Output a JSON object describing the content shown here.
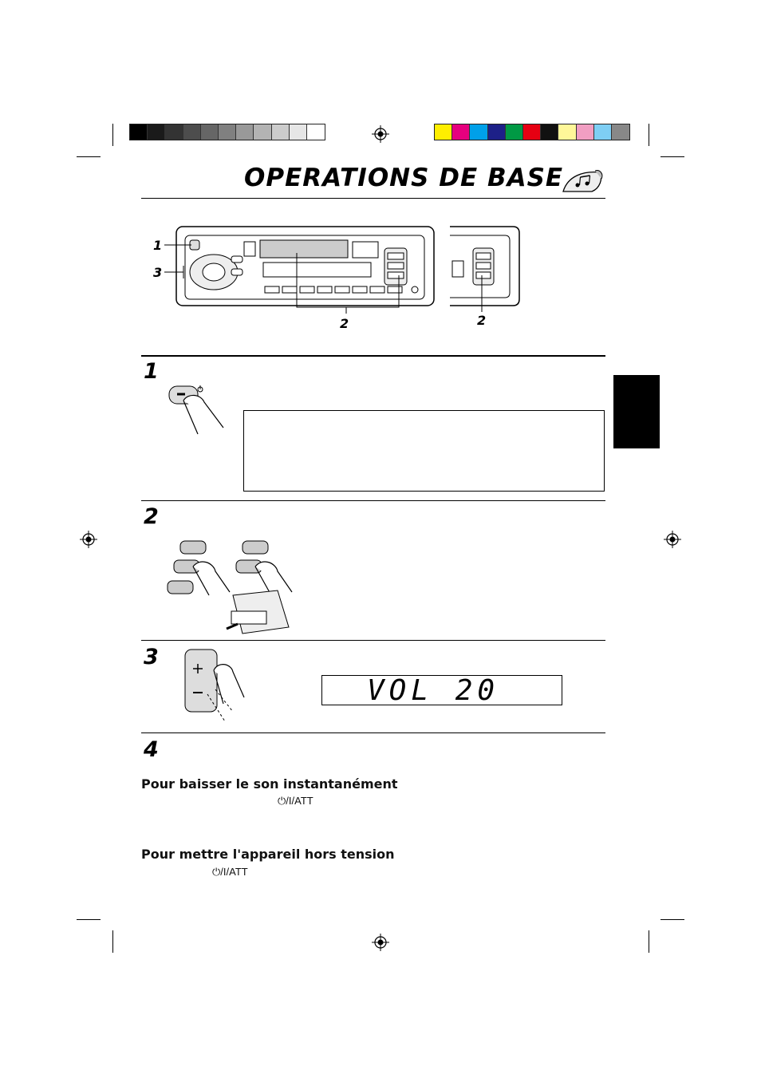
{
  "page": {
    "title": "OPERATIONS DE BASE",
    "title_icon": "music-notes-icon"
  },
  "registration": {
    "grey_swatches": [
      "#000000",
      "#1a1a1a",
      "#333333",
      "#4d4d4d",
      "#666666",
      "#808080",
      "#999999",
      "#b3b3b3",
      "#cccccc",
      "#e6e6e6",
      "#ffffff"
    ],
    "color_swatches": [
      "#ffee00",
      "#e6007e",
      "#00a0e9",
      "#1d2088",
      "#009944",
      "#e60012",
      "#111111",
      "#fff799",
      "#f19ec2",
      "#7ecef4",
      "#888888"
    ]
  },
  "diagram": {
    "callouts": {
      "c1": "1",
      "c3": "3",
      "c2_main": "2",
      "c2_side": "2"
    }
  },
  "steps": [
    {
      "number": "1"
    },
    {
      "number": "2"
    },
    {
      "number": "3",
      "display_text": "VOL 20"
    },
    {
      "number": "4"
    }
  ],
  "sections": {
    "mute": {
      "heading": "Pour baisser le son instantanément",
      "button_label": "⏻/I/ATT"
    },
    "power_off": {
      "heading": "Pour mettre l'appareil hors tension",
      "button_label": "⏻/I/ATT"
    }
  }
}
